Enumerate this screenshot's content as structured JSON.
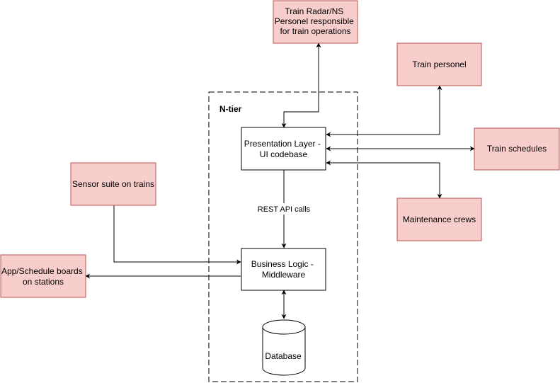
{
  "diagram": {
    "container": {
      "label": "N-tier"
    },
    "nodes": {
      "train_radar": {
        "lines": [
          "Train Radar/NS",
          "Personel responsible",
          "for train operations"
        ]
      },
      "train_personel": {
        "lines": [
          "Train personel"
        ]
      },
      "train_schedules": {
        "lines": [
          "Train schedules"
        ]
      },
      "maintenance_crews": {
        "lines": [
          "Maintenance crews"
        ]
      },
      "sensor_suite": {
        "lines": [
          "Sensor suite on trains"
        ]
      },
      "app_boards": {
        "lines": [
          "App/Schedule boards",
          "on stations"
        ]
      },
      "presentation": {
        "lines": [
          "Presentation Layer -",
          "UI codebase"
        ]
      },
      "business": {
        "lines": [
          "Business Logic -",
          "Middleware"
        ]
      },
      "database": {
        "lines": [
          "Database"
        ]
      }
    },
    "edges": {
      "rest_api": {
        "label": "REST API calls"
      }
    },
    "colors": {
      "external_fill": "#f8cecc",
      "external_stroke": "#b85450",
      "internal_fill": "#ffffff",
      "line": "#000000"
    }
  }
}
